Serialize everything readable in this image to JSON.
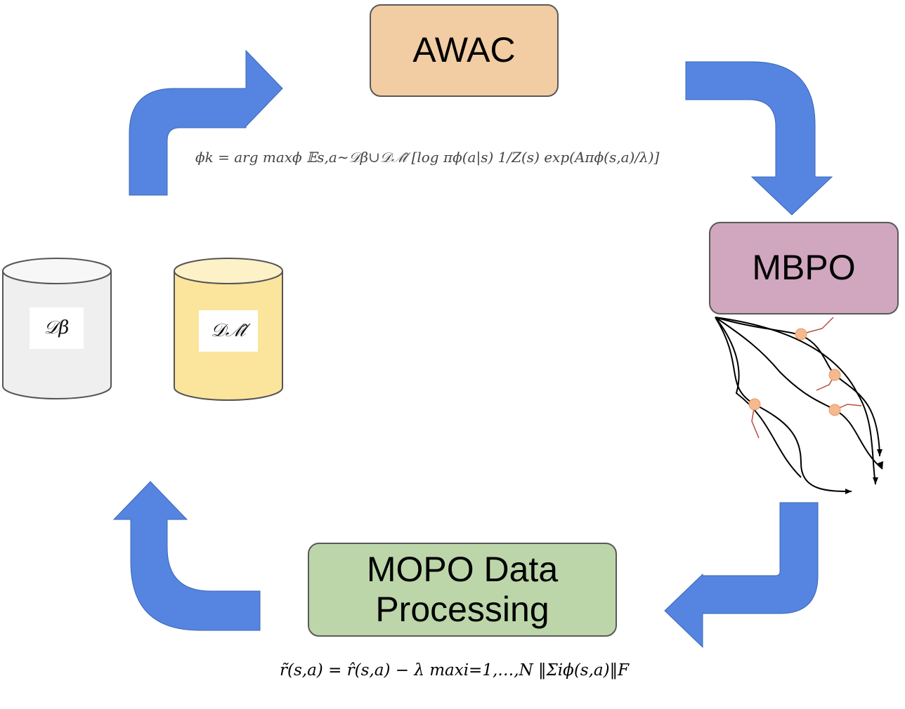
{
  "nodes": {
    "awac": "AWAC",
    "mbpo": "MBPO",
    "mopo_line1": "MOPO Data",
    "mopo_line2": "Processing"
  },
  "datasets": {
    "beta": "𝒟β",
    "model": "𝒟ℳ̂"
  },
  "formulas": {
    "awac": "ϕk = arg maxϕ 𝔼s,a∼𝒟β∪𝒟ℳ̂ [log πϕ(a|s) 1/Z(s) exp(Aπϕ(s,a)/λ)]",
    "mopo": "r̃(s,a) = r̂(s,a) − λ maxi=1,…,N ‖Σiϕ(s,a)‖F"
  },
  "colors": {
    "arrow": "#5585e0",
    "awac_fill": "#f2cca3",
    "mbpo_fill": "#d0a7bf",
    "mopo_fill": "#bcd6aa",
    "db_gray": "#efefef",
    "db_yellow": "#fbe59c",
    "trajectory_point": "#f6b98d",
    "trajectory_vector": "#b74d3d"
  }
}
